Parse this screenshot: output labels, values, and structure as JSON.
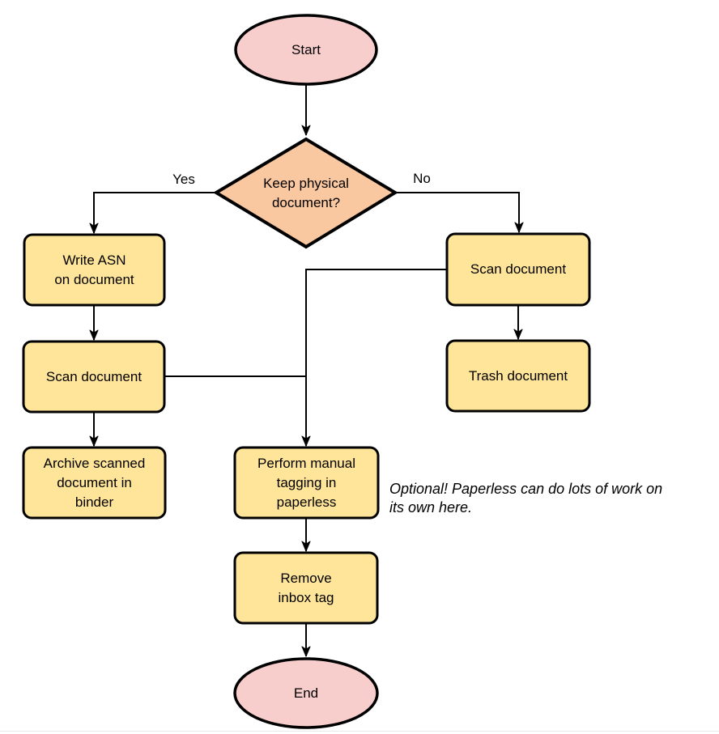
{
  "diagram": {
    "type": "flowchart",
    "title_implicit": "Paperless document intake workflow"
  },
  "palette": {
    "terminal_fill": "#f8cecc",
    "decision_fill": "#fac8a0",
    "process_fill": "#ffe599",
    "stroke": "#000000",
    "edge_color": "#000000",
    "background": "#ffffff",
    "footer_line_color": "#e9e9e9"
  },
  "nodes": {
    "start": {
      "type": "terminal",
      "label": "Start"
    },
    "decision": {
      "type": "decision",
      "label": "Keep physical\ndocument?"
    },
    "write_asn": {
      "type": "process",
      "label": "Write ASN\non document"
    },
    "scan_left": {
      "type": "process",
      "label": "Scan document"
    },
    "archive": {
      "type": "process",
      "label": "Archive scanned\ndocument in\nbinder"
    },
    "scan_right": {
      "type": "process",
      "label": "Scan document"
    },
    "trash": {
      "type": "process",
      "label": "Trash document"
    },
    "perform_tagging": {
      "type": "process",
      "label": "Perform manual\ntagging in\npaperless"
    },
    "remove_inbox": {
      "type": "process",
      "label": "Remove\ninbox tag"
    },
    "end": {
      "type": "terminal",
      "label": "End"
    }
  },
  "edge_labels": {
    "yes": "Yes",
    "no": "No"
  },
  "edges": [
    {
      "from": "start",
      "to": "decision",
      "label": ""
    },
    {
      "from": "decision",
      "to": "write_asn",
      "label": "Yes"
    },
    {
      "from": "decision",
      "to": "scan_right",
      "label": "No"
    },
    {
      "from": "write_asn",
      "to": "scan_left",
      "label": ""
    },
    {
      "from": "scan_left",
      "to": "archive",
      "label": ""
    },
    {
      "from": "scan_left",
      "to": "perform_tagging",
      "label": ""
    },
    {
      "from": "scan_right",
      "to": "trash",
      "label": ""
    },
    {
      "from": "scan_right",
      "to": "perform_tagging",
      "label": ""
    },
    {
      "from": "perform_tagging",
      "to": "remove_inbox",
      "label": ""
    },
    {
      "from": "remove_inbox",
      "to": "end",
      "label": ""
    }
  ],
  "annotation": {
    "text": "Optional! Paperless can do lots of work on\nits own here."
  }
}
